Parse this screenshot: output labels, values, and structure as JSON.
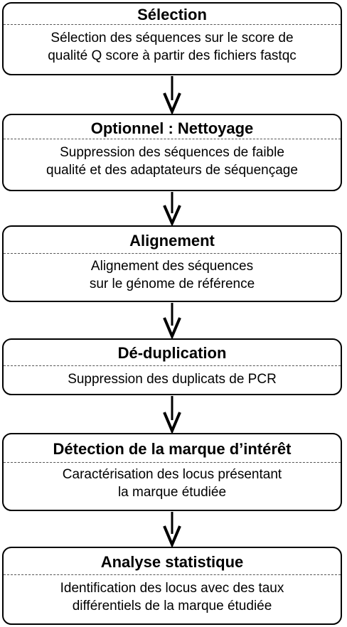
{
  "steps": [
    {
      "title": "Sélection",
      "desc_line1": "Sélection des séquences sur le score de",
      "desc_line2": "qualité Q score à partir des fichiers fastqc"
    },
    {
      "title": "Optionnel : Nettoyage",
      "desc_line1": "Suppression des séquences de faible",
      "desc_line2": "qualité et des adaptateurs de séquençage"
    },
    {
      "title": "Alignement",
      "desc_line1": "Alignement des séquences",
      "desc_line2": "sur le génome de référence"
    },
    {
      "title": "Dé-duplication",
      "desc_line1": "Suppression des duplicats de PCR",
      "desc_line2": ""
    },
    {
      "title": "Détection de la marque d’intérêt",
      "desc_line1": "Caractérisation des locus présentant",
      "desc_line2": "la marque étudiée"
    },
    {
      "title": "Analyse statistique",
      "desc_line1": "Identification des locus avec des taux",
      "desc_line2": "différentiels de la marque étudiée"
    }
  ],
  "colors": {
    "stroke": "#000000",
    "divider": "#555555",
    "background": "#ffffff"
  },
  "icons": {
    "connector": "arrow-down-icon"
  }
}
